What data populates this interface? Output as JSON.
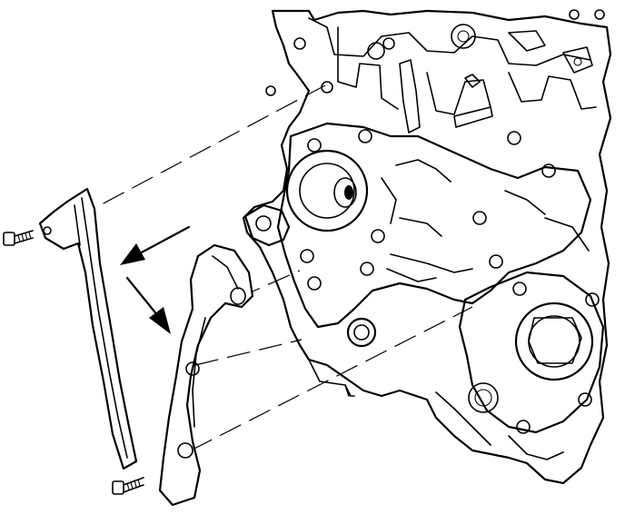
{
  "diagram": {
    "kind": "exploded-view line drawing",
    "colors": {
      "line": "#000000",
      "background": "#ffffff"
    },
    "parts": [
      {
        "id": "engine-block-front",
        "icon": "engine-block-illustration"
      },
      {
        "id": "chain-guide-left",
        "icon": "timing-chain-guide-illustration"
      },
      {
        "id": "chain-tensioner-guide",
        "icon": "tensioner-guide-illustration"
      },
      {
        "id": "bolt-upper",
        "icon": "bolt-icon"
      },
      {
        "id": "bolt-lower",
        "icon": "bolt-icon"
      }
    ],
    "arrows": 2,
    "alignment_lines": 4
  }
}
